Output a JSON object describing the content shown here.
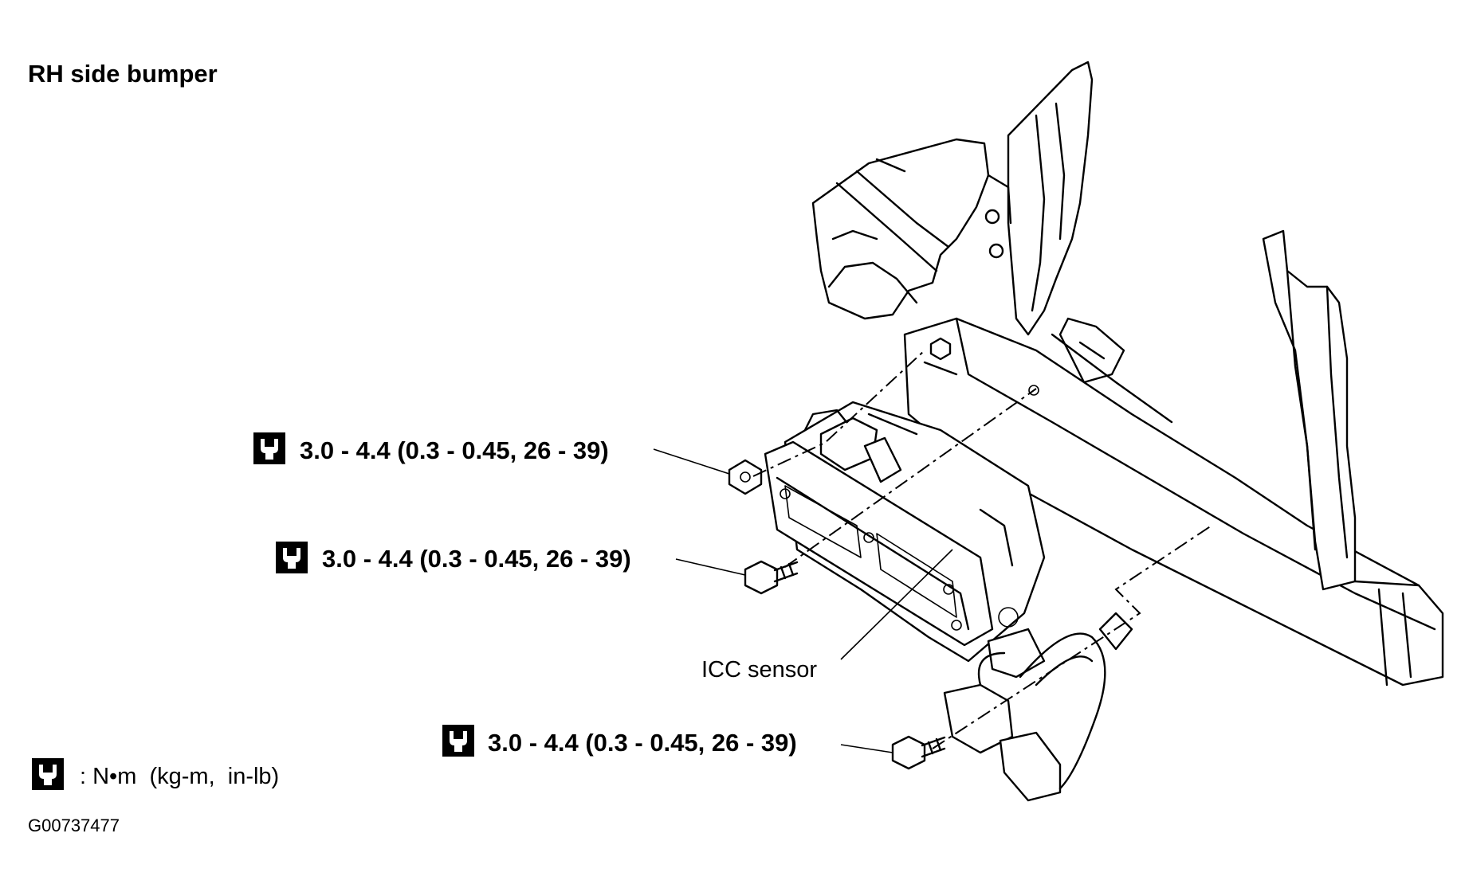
{
  "title": "RH side bumper",
  "torque_labels": [
    "3.0 - 4.4 (0.3 - 0.45, 26 - 39)",
    "3.0 - 4.4 (0.3 - 0.45, 26 - 39)",
    "3.0 - 4.4 (0.3 - 0.45, 26 - 39)"
  ],
  "component_label": "ICC sensor",
  "legend_text": ": N•m  (kg-m,  in-lb)",
  "figure_code": "G00737477",
  "icons": {
    "torque": "torque-wrench-icon"
  }
}
